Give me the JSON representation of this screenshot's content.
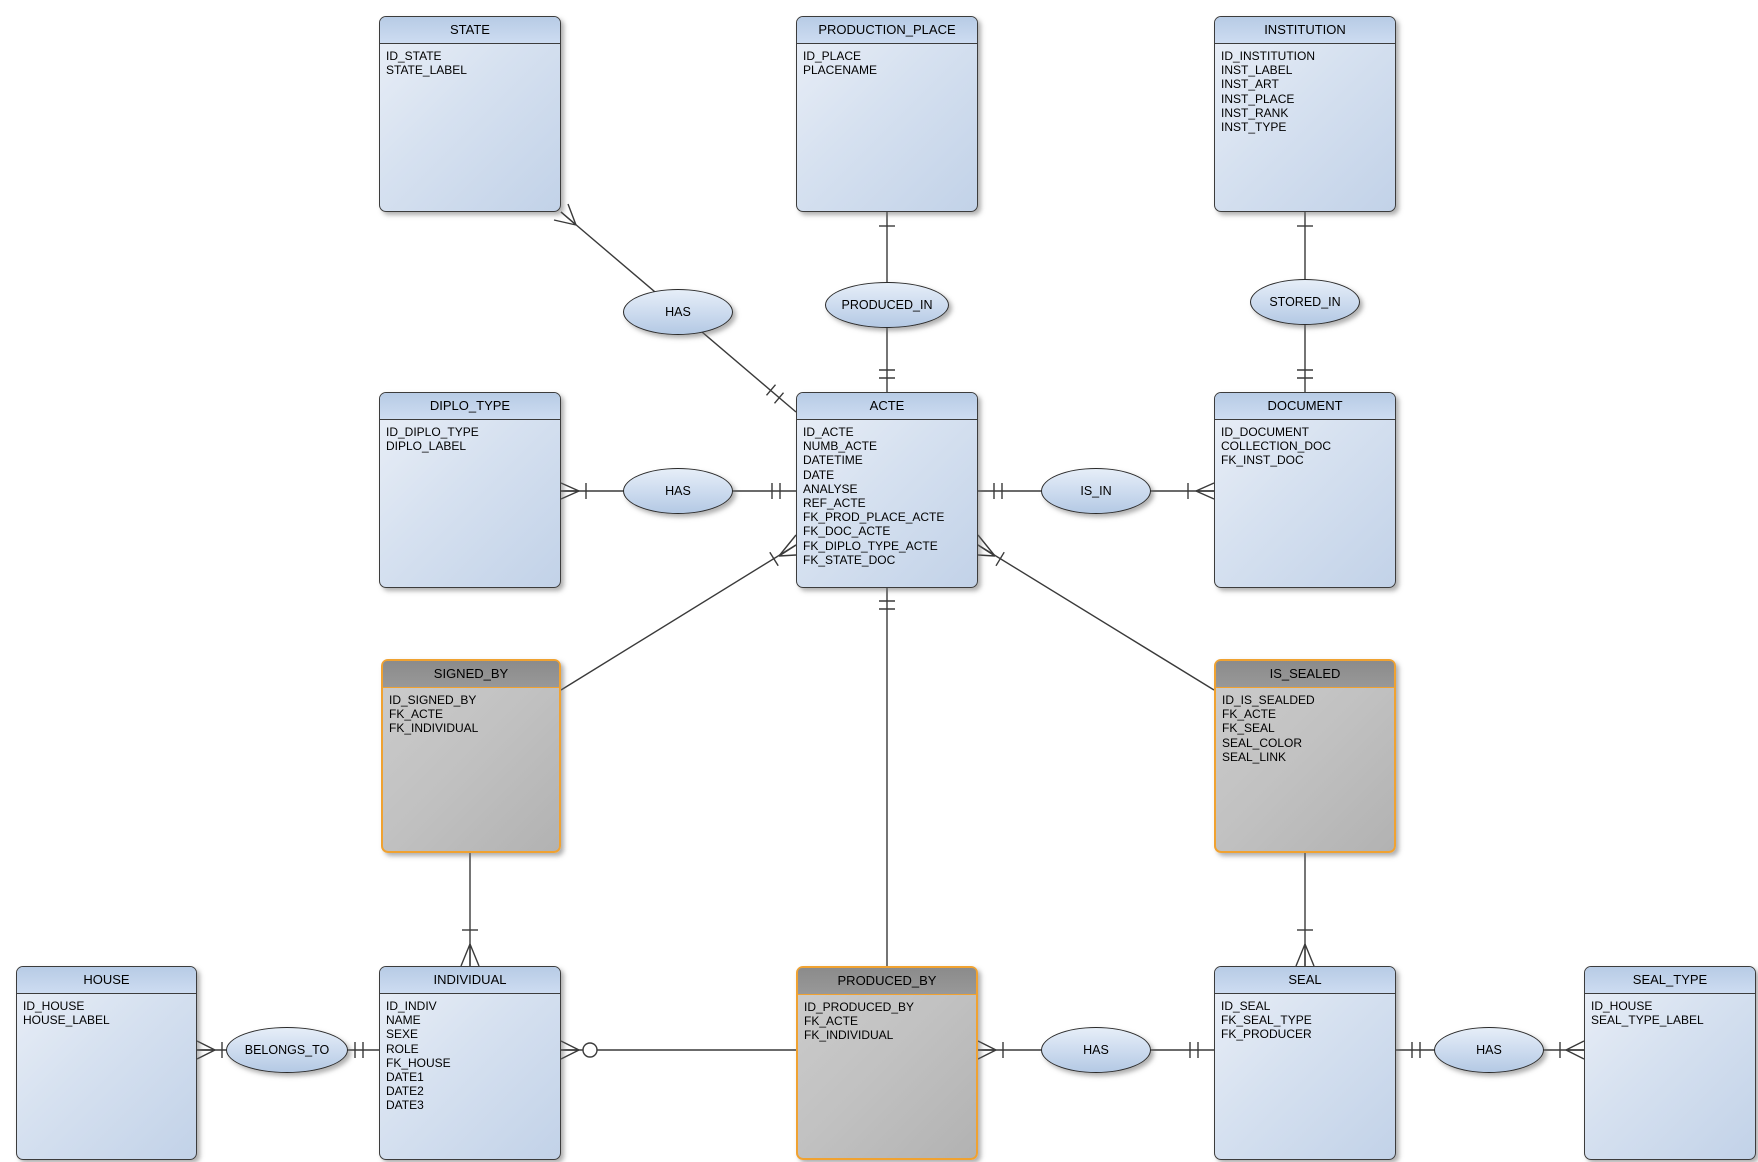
{
  "diagram": {
    "type": "entity-relationship-diagram",
    "notation": "crow-foot",
    "background": "#ffffff"
  },
  "colors": {
    "entity_header": "#b7cbe5",
    "entity_body": "#d6e1f0",
    "entity_border": "#3c3c3c",
    "highlight_border": "#f0a231",
    "gray_header": "#8f8f8f",
    "gray_body": "#c1c1c1",
    "line": "#3a3a3a"
  },
  "entities": [
    {
      "name": "STATE",
      "style": "blue",
      "attributes": [
        "ID_STATE",
        "STATE_LABEL"
      ]
    },
    {
      "name": "PRODUCTION_PLACE",
      "style": "blue",
      "attributes": [
        "ID_PLACE",
        "PLACENAME"
      ]
    },
    {
      "name": "INSTITUTION",
      "style": "blue",
      "attributes": [
        "ID_INSTITUTION",
        "INST_LABEL",
        "INST_ART",
        "INST_PLACE",
        "INST_RANK",
        "INST_TYPE"
      ]
    },
    {
      "name": "DIPLO_TYPE",
      "style": "blue",
      "attributes": [
        "ID_DIPLO_TYPE",
        "DIPLO_LABEL"
      ]
    },
    {
      "name": "ACTE",
      "style": "blue",
      "attributes": [
        "ID_ACTE",
        "NUMB_ACTE",
        "DATETIME",
        "DATE",
        "ANALYSE",
        "REF_ACTE",
        "FK_PROD_PLACE_ACTE",
        "FK_DOC_ACTE",
        "FK_DIPLO_TYPE_ACTE",
        "FK_STATE_DOC"
      ]
    },
    {
      "name": "DOCUMENT",
      "style": "blue",
      "attributes": [
        "ID_DOCUMENT",
        "COLLECTION_DOC",
        "FK_INST_DOC"
      ]
    },
    {
      "name": "SIGNED_BY",
      "style": "gray",
      "attributes": [
        "ID_SIGNED_BY",
        "FK_ACTE",
        "FK_INDIVIDUAL"
      ]
    },
    {
      "name": "IS_SEALED",
      "style": "gray",
      "attributes": [
        "ID_IS_SEALDED",
        "FK_ACTE",
        "FK_SEAL",
        "SEAL_COLOR",
        "SEAL_LINK"
      ]
    },
    {
      "name": "HOUSE",
      "style": "blue",
      "attributes": [
        "ID_HOUSE",
        "HOUSE_LABEL"
      ]
    },
    {
      "name": "INDIVIDUAL",
      "style": "blue",
      "attributes": [
        "ID_INDIV",
        "NAME",
        "SEXE",
        "ROLE",
        "FK_HOUSE",
        "DATE1",
        "DATE2",
        "DATE3"
      ]
    },
    {
      "name": "PRODUCED_BY",
      "style": "gray",
      "attributes": [
        "ID_PRODUCED_BY",
        "FK_ACTE",
        "FK_INDIVIDUAL"
      ]
    },
    {
      "name": "SEAL",
      "style": "blue",
      "attributes": [
        "ID_SEAL",
        "FK_SEAL_TYPE",
        "FK_PRODUCER"
      ]
    },
    {
      "name": "SEAL_TYPE",
      "style": "blue",
      "attributes": [
        "ID_HOUSE",
        "SEAL_TYPE_LABEL"
      ]
    }
  ],
  "relationships": [
    {
      "label": "HAS",
      "from": "STATE",
      "to": "ACTE",
      "from_marker": "crow-foot",
      "to_marker": "double-tick"
    },
    {
      "label": "PRODUCED_IN",
      "from": "PRODUCTION_PLACE",
      "to": "ACTE",
      "from_marker": "tick",
      "to_marker": "double-tick"
    },
    {
      "label": "STORED_IN",
      "from": "INSTITUTION",
      "to": "DOCUMENT",
      "from_marker": "tick",
      "to_marker": "double-tick"
    },
    {
      "label": "HAS",
      "from": "DIPLO_TYPE",
      "to": "ACTE",
      "from_marker": "crow-foot-tick",
      "to_marker": "double-tick"
    },
    {
      "label": "IS_IN",
      "from": "ACTE",
      "to": "DOCUMENT",
      "from_marker": "double-tick",
      "to_marker": "tick-crow-foot"
    },
    {
      "label": "",
      "from": "ACTE",
      "to": "SIGNED_BY",
      "from_marker": "crow-foot-tick",
      "to_marker": "plain"
    },
    {
      "label": "",
      "from": "ACTE",
      "to": "IS_SEALED",
      "from_marker": "crow-foot-tick",
      "to_marker": "plain"
    },
    {
      "label": "",
      "from": "ACTE",
      "to": "PRODUCED_BY",
      "from_marker": "double-tick",
      "to_marker": "plain"
    },
    {
      "label": "",
      "from": "SIGNED_BY",
      "to": "INDIVIDUAL",
      "from_marker": "plain",
      "to_marker": "tick-crow-foot"
    },
    {
      "label": "",
      "from": "IS_SEALED",
      "to": "SEAL",
      "from_marker": "plain",
      "to_marker": "tick-crow-foot"
    },
    {
      "label": "BELONGS_TO",
      "from": "HOUSE",
      "to": "INDIVIDUAL",
      "from_marker": "crow-foot-tick",
      "to_marker": "double-tick"
    },
    {
      "label": "",
      "from": "INDIVIDUAL",
      "to": "PRODUCED_BY",
      "from_marker": "crow-foot-circle",
      "to_marker": "plain"
    },
    {
      "label": "HAS",
      "from": "PRODUCED_BY",
      "to": "SEAL",
      "from_marker": "crow-foot-tick",
      "to_marker": "double-tick"
    },
    {
      "label": "HAS",
      "from": "SEAL",
      "to": "SEAL_TYPE",
      "from_marker": "double-tick",
      "to_marker": "tick-crow-foot"
    }
  ]
}
